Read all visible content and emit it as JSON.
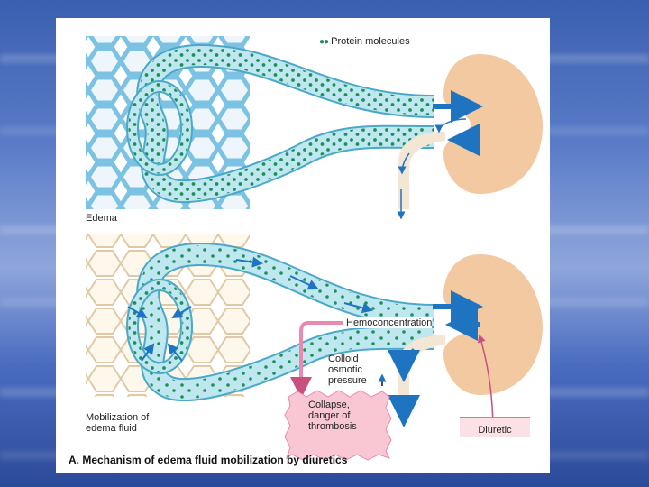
{
  "legend": {
    "protein_label": "Protein molecules"
  },
  "panels": {
    "top_label": "Edema",
    "bottom_label_line1": "Mobilization of",
    "bottom_label_line2": "edema fluid"
  },
  "annotations": {
    "hemoconcentration": "Hemoconcentration",
    "colloid_line1": "Colloid",
    "colloid_line2": "osmotic",
    "colloid_line3": "pressure",
    "collapse_line1": "Collapse,",
    "collapse_line2": "danger of",
    "collapse_line3": "thrombosis",
    "diuretic": "Diuretic"
  },
  "caption": "A. Mechanism of edema fluid mobilization by diuretics",
  "colors": {
    "vessel": "#bfe7ef",
    "vessel_edge": "#4aa8c8",
    "protein": "#1f8f5a",
    "arrow": "#1f74c2",
    "kidney": "#f2c9a1",
    "tissue_top": "#7cc3e3",
    "tissue_bottom": "#e0c9a6",
    "pink": "#e88ab0"
  },
  "icons": [
    "protein-dots-icon",
    "kidney-icon",
    "up-arrow-icon"
  ]
}
